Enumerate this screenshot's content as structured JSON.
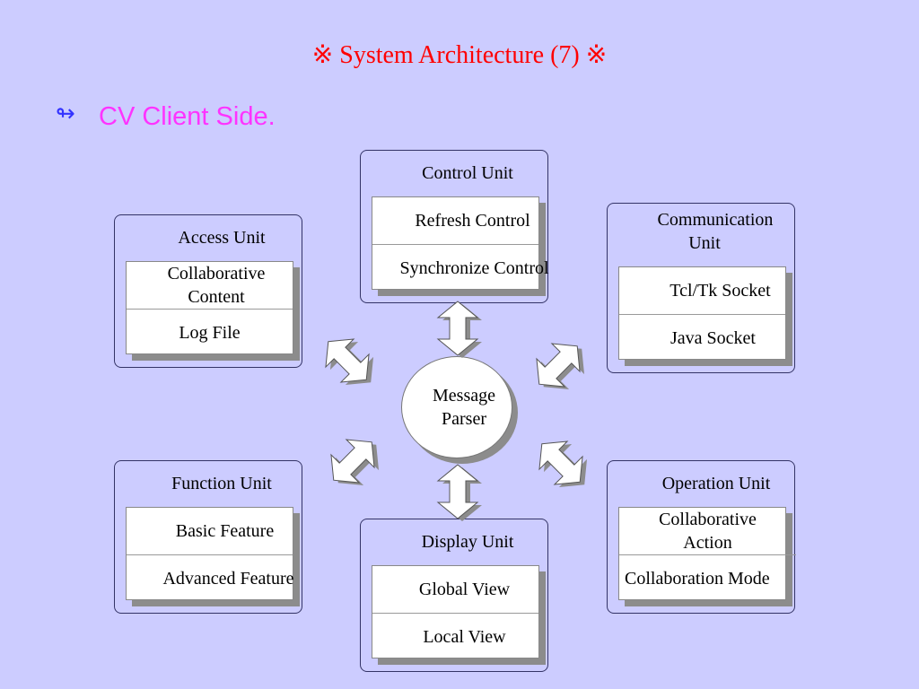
{
  "title": "※ System Architecture (7) ※",
  "subtitle": {
    "arrow": "↬",
    "text": "CV Client Side."
  },
  "center": {
    "line1": "Message",
    "line2": "Parser"
  },
  "units": {
    "control": {
      "title": "Control Unit",
      "items": [
        "Refresh Control",
        "Synchronize Control"
      ]
    },
    "access": {
      "title": "Access Unit",
      "items": [
        "Collaborative\nContent",
        "Log File"
      ]
    },
    "communication": {
      "title_line1": "Communication",
      "title_line2": "Unit",
      "items": [
        "Tcl/Tk Socket",
        "Java Socket"
      ]
    },
    "function": {
      "title": "Function Unit",
      "items": [
        "Basic Feature",
        "Advanced Feature"
      ]
    },
    "display": {
      "title": "Display Unit",
      "items": [
        "Global View",
        "Local View"
      ]
    },
    "operation": {
      "title": "Operation Unit",
      "items": [
        "Collaborative\nAction",
        "Collaboration Mode"
      ]
    }
  },
  "colors": {
    "background": "#ccccff",
    "title": "#ff0000",
    "subtitle": "#ff33ff",
    "bullet": "#3333ff",
    "box": "#ffffff",
    "shadow": "#8c8c8c"
  }
}
